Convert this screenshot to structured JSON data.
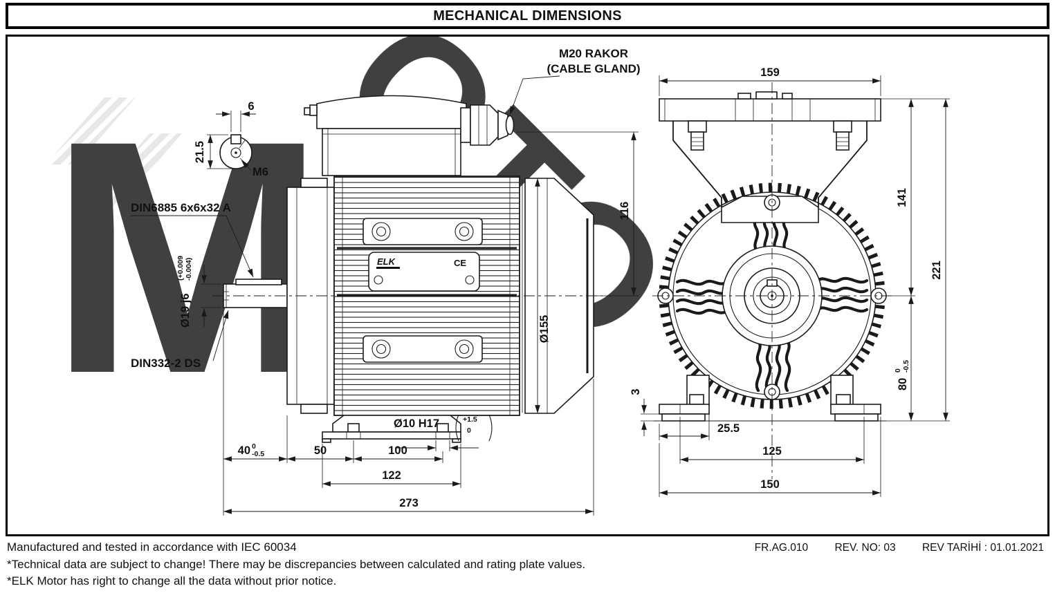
{
  "header": {
    "title": "MECHANICAL DIMENSIONS"
  },
  "watermark": {
    "letter_m": "M",
    "letters_oto": "OTO"
  },
  "side": {
    "annotations": {
      "key_spec": "DIN6885 6x6x32 A",
      "center_hole_spec": "DIN332-2 DS",
      "gland_line1": "M20 RAKOR",
      "gland_line2": "(CABLE GLAND)",
      "thread": "M6"
    },
    "nameplate": {
      "brand": "ELK",
      "ce": "CE"
    },
    "dims": {
      "key_width": "6",
      "detail_height": "21.5",
      "shaft_dia": "Ø19 j6",
      "shaft_dia_tol_top": "(+0.009",
      "shaft_dia_tol_bot": "-0.004)",
      "shaft_len": "40",
      "shaft_len_tol_top": "0",
      "shaft_len_tol_bot": "-0.5",
      "dim_50": "50",
      "dim_100": "100",
      "dim_122": "122",
      "dim_273": "273",
      "dim_116": "116",
      "body_dia": "Ø155",
      "foot_hole": "Ø10 H17",
      "foot_hole_tol_top": "+1.5",
      "foot_hole_tol_bot": "0"
    }
  },
  "front": {
    "dims": {
      "top_width": "159",
      "height_upper": "141",
      "height_total": "221",
      "shaft_height": "80",
      "shaft_height_tol_top": "0",
      "shaft_height_tol_bot": "-0.5",
      "pad_thickness": "3",
      "dim_25_5": "25.5",
      "holes_span": "125",
      "foot_width": "150"
    }
  },
  "footer": {
    "standard_note": "Manufactured and tested in accordance with  IEC 60034",
    "doc_no": "FR.AG.010",
    "rev_no": "REV. NO: 03",
    "rev_date": "REV TARİHİ : 01.01.2021",
    "note2": "*Technical data are subject to change! There may be discrepancies between calculated and rating plate values.",
    "note3": "*ELK Motor has right to change all the data without prior notice."
  }
}
